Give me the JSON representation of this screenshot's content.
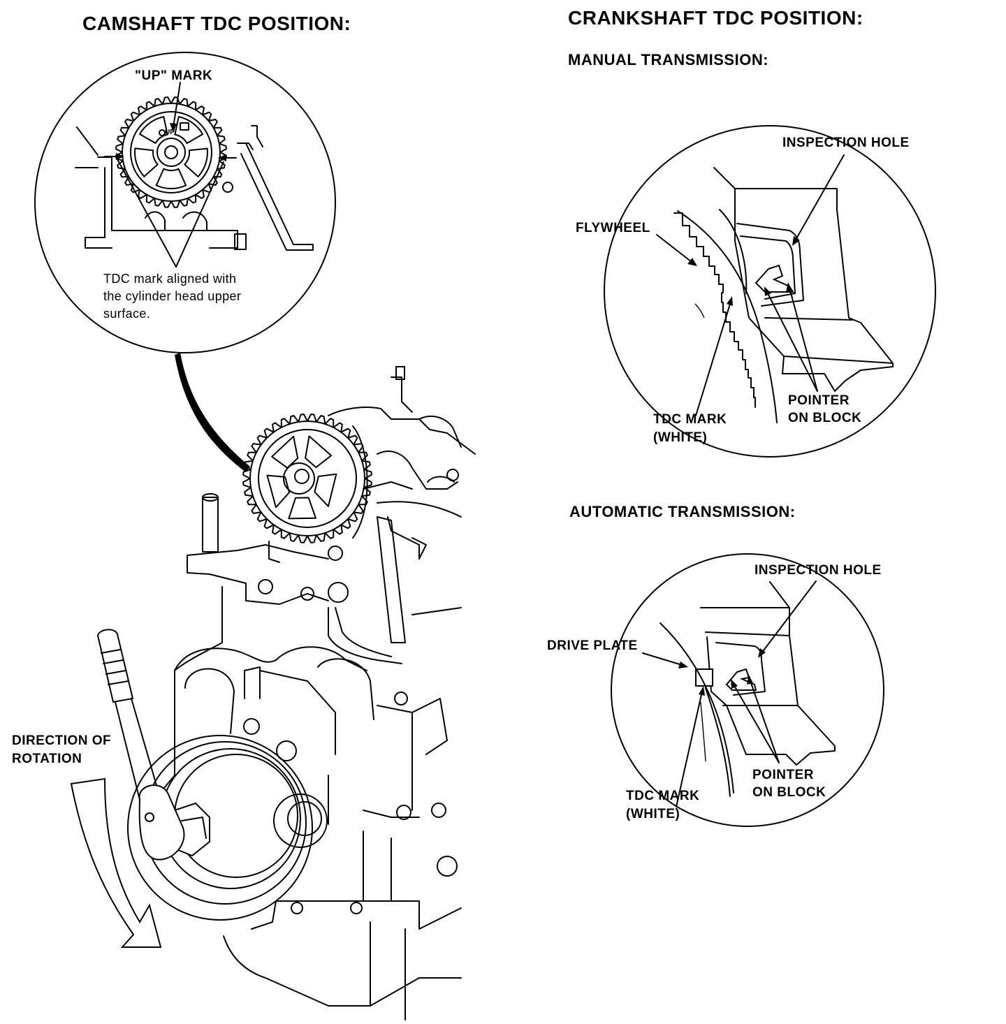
{
  "camshaft": {
    "title": "CAMSHAFT TDC POSITION:",
    "up_mark_label": "\"UP\" MARK",
    "up_text": "UP",
    "tdc_note_line1": "TDC mark aligned with",
    "tdc_note_line2": "the cylinder head upper",
    "tdc_note_line3": "surface."
  },
  "crankshaft": {
    "title": "CRANKSHAFT TDC POSITION:",
    "manual": {
      "heading": "MANUAL TRANSMISSION:",
      "inspection_hole": "INSPECTION HOLE",
      "flywheel": "FLYWHEEL",
      "tdc_mark_line1": "TDC MARK",
      "tdc_mark_line2": "(WHITE)",
      "pointer_line1": "POINTER",
      "pointer_line2": "ON BLOCK"
    },
    "automatic": {
      "heading": "AUTOMATIC TRANSMISSION:",
      "inspection_hole": "INSPECTION HOLE",
      "drive_plate": "DRIVE PLATE",
      "tdc_mark_line1": "TDC MARK",
      "tdc_mark_line2": "(WHITE)",
      "pointer_line1": "POINTER",
      "pointer_line2": "ON BLOCK"
    }
  },
  "rotation": {
    "line1": "DIRECTION OF",
    "line2": "ROTATION"
  }
}
